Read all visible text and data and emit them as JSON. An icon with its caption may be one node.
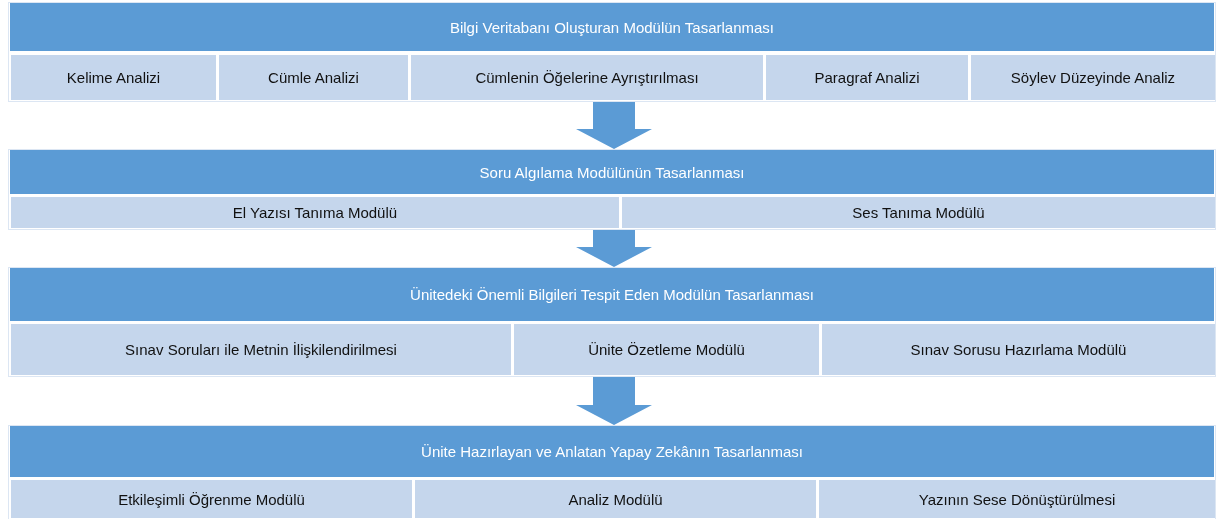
{
  "diagram": {
    "nodes": [
      {
        "text": [
          "Bilgi Veritabanı Oluşturan Modülün Tasarlanması"
        ]
      },
      {
        "text": [
          "Kelime Analizi"
        ],
        "in": 0
      },
      {
        "text": [
          "Cümle Analizi"
        ],
        "in": 0
      },
      {
        "text": [
          "Cümlenin Öğelerine Ayrıştırılması"
        ],
        "in": 0
      },
      {
        "text": [
          "Paragraf Analizi"
        ],
        "in": 0
      },
      {
        "text": [
          "Söylev Düzeyinde Analiz"
        ],
        "in": 0
      },
      {
        "text": [
          "Soru Algılama Modülünün Tasarlanması"
        ]
      },
      {
        "text": [
          "El Yazısı Tanıma Modülü"
        ],
        "in": 6
      },
      {
        "text": [
          "Ses Tanıma Modülü"
        ],
        "in": 6
      },
      {
        "text": [
          "Ünitedeki Önemli Bilgileri Tespit Eden Modülün Tasarlanması"
        ]
      },
      {
        "text": [
          "Sınav Soruları ile Metnin İlişkilendirilmesi"
        ],
        "in": 9
      },
      {
        "text": [
          "Ünite Özetleme Modülü"
        ],
        "in": 9
      },
      {
        "text": [
          "Sınav Sorusu Hazırlama Modülü"
        ],
        "in": 9
      },
      {
        "text": [
          "Ünite Hazırlayan  ve Anlatan Yapay Zekânın Tasarlanması"
        ]
      },
      {
        "text": [
          "Etkileşimli Öğrenme Modülü"
        ],
        "in": 13
      },
      {
        "text": [
          "Analiz Modülü"
        ],
        "in": 13
      },
      {
        "text": [
          "Yazının Sese Dönüştürülmesi"
        ],
        "in": 13
      }
    ],
    "edges": [
      {
        "from": 0,
        "to": 6,
        "arrow": "to"
      },
      {
        "from": 6,
        "to": 9,
        "arrow": "to"
      },
      {
        "from": 9,
        "to": 13,
        "arrow": "to"
      }
    ]
  }
}
